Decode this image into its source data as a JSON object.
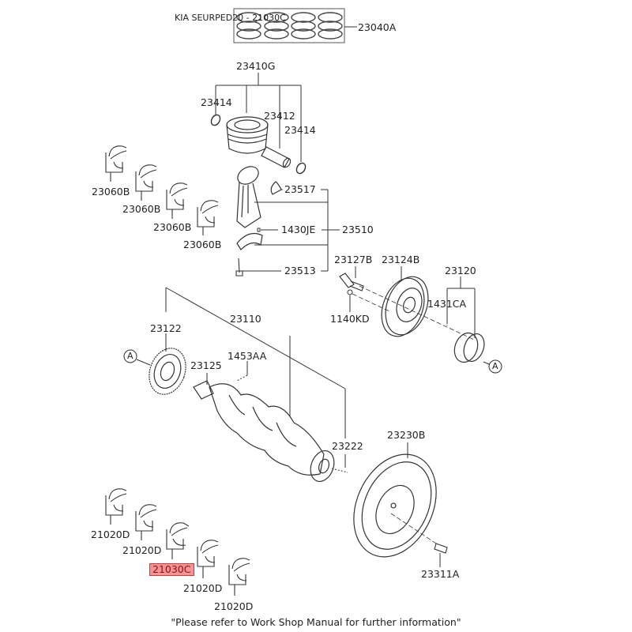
{
  "title": "KIA SEURPED20 - 21030C",
  "footer_note": "\"Please refer to Work Shop Manual for further information\"",
  "highlight_color": "#f05a5a",
  "callouts": {
    "piston_ring_set": "23040A",
    "piston_assy": "23410G",
    "snap_ring_left": "23414",
    "piston_pin": "23412",
    "snap_ring_right": "23414",
    "conrod_bearing_1": "23060B",
    "conrod_bearing_2": "23060B",
    "conrod_bearing_3": "23060B",
    "conrod_bearing_4": "23060B",
    "conrod_bushing": "23517",
    "conrod_pin": "1430JE",
    "conrod_assy": "23510",
    "conrod_bolt": "23513",
    "pulley_bolt": "23127B",
    "damper_pulley": "23124B",
    "sprocket_assy": "23120",
    "washer_bolt": "1140KD",
    "key": "1431CA",
    "crank_gear": "23122",
    "crankshaft": "23110",
    "ball_plug": "1453AA",
    "crank_key": "23125",
    "pin": "23222",
    "flywheel": "23230B",
    "flywheel_bolt": "23311A",
    "main_bearing_1": "21020D",
    "main_bearing_2": "21020D",
    "thrust_bearing": "21030C",
    "main_bearing_3": "21020D",
    "main_bearing_4": "21020D",
    "ref_a_left": "A",
    "ref_a_right": "A"
  }
}
